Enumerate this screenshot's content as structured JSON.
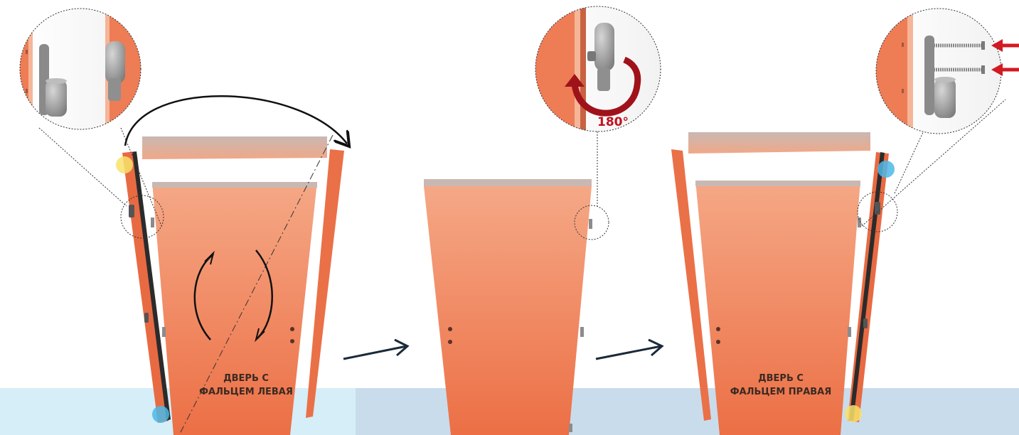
{
  "labels": {
    "left_door_line1": "ДВЕРЬ С",
    "left_door_line2": "ФАЛЬЦЕМ ЛЕВАЯ",
    "right_door_line1": "ДВЕРЬ С",
    "right_door_line2": "ФАЛЬЦЕМ ПРАВАЯ",
    "rotation_angle": "180°"
  },
  "colors": {
    "door": "#ee7c55",
    "door_light": "#f4a688",
    "floor_left": "#d6eef8",
    "floor_mid": "#c9dcec",
    "marker_yellow": "#f7e26b",
    "marker_blue": "#4cb8e8",
    "arrow_red": "#d11a22",
    "hinge_gray": "#9a9a9a"
  },
  "icons": {
    "hinge_detail": "hinge-icon",
    "rotate_arrow": "rotate-180-icon",
    "screw": "screw-icon",
    "flow_arrow": "arrow-right-icon"
  }
}
